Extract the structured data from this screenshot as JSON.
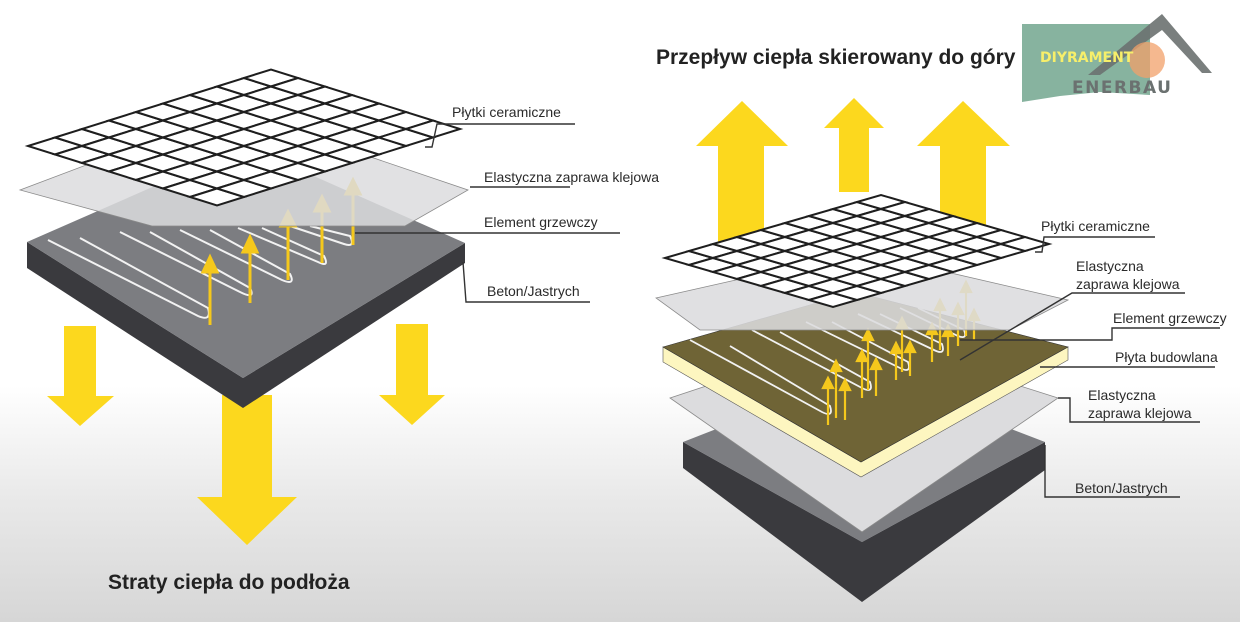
{
  "left_diagram": {
    "caption": "Straty ciepła do podłoża",
    "layers": [
      {
        "label": "Płytki ceramiczne"
      },
      {
        "label": "Elastyczna zaprawa klejowa"
      },
      {
        "label": "Element grzewczy"
      },
      {
        "label": "Beton/Jastrych"
      }
    ],
    "heat_direction": "down"
  },
  "right_diagram": {
    "caption": "Przepływ ciepła skierowany do góry",
    "layers": [
      {
        "label": "Płytki ceramiczne"
      },
      {
        "label_line1": "Elastyczna",
        "label_line2": "zaprawa klejowa"
      },
      {
        "label": "Element grzewczy"
      },
      {
        "label": "Płyta budowlana"
      },
      {
        "label_line1": "Elastyczna",
        "label_line2": "zaprawa klejowa"
      },
      {
        "label": "Beton/Jastrych"
      }
    ],
    "heat_direction": "up"
  },
  "logo": {
    "badge_text": "DIYRAMENT",
    "brand_text": "ENERBAU"
  },
  "colors": {
    "arrow_yellow": "#fcd81e",
    "concrete_top": "#7c7d81",
    "concrete_side": "#3a3a3e",
    "adhesive": "#dcdcde",
    "board_top": "#6f6436",
    "board_edge": "#fdf6c0",
    "logo_green": "#7aab95",
    "logo_gray": "#6b7170"
  }
}
